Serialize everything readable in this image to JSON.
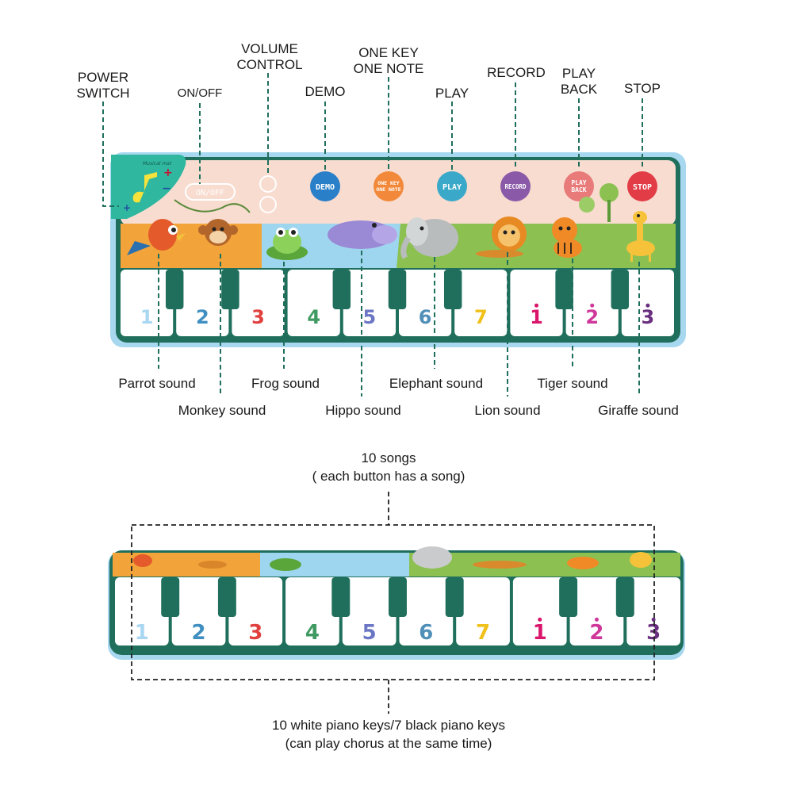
{
  "top_labels": {
    "power_switch": [
      "POWER",
      "SWITCH"
    ],
    "on_off": "ON/OFF",
    "volume_control": [
      "VOLUME",
      "CONTROL"
    ],
    "demo": "DEMO",
    "one_key_one_note": [
      "ONE KEY",
      "ONE NOTE"
    ],
    "play": "PLAY",
    "record": "RECORD",
    "play_back": [
      "PLAY",
      "BACK"
    ],
    "stop": "STOP"
  },
  "mat_buttons": {
    "on_off": "ON/OFF",
    "demo": "DEMO",
    "one_key": [
      "ONE KEY",
      "ONE NOTE"
    ],
    "play": "PLAY",
    "record": "RECORD",
    "play_back": [
      "PLAY",
      "BACK"
    ],
    "stop": "STOP",
    "brand": "Musical mat"
  },
  "key_numbers": [
    "1",
    "2",
    "3",
    "4",
    "5",
    "6",
    "7",
    "1",
    "2",
    "3"
  ],
  "key_colors": [
    "#a9d7f2",
    "#3f8fc1",
    "#e0413f",
    "#3f9a62",
    "#6b77c4",
    "#4f8fb8",
    "#f0c11a",
    "#d9166b",
    "#d0379a",
    "#6a2e7f"
  ],
  "animal_labels": {
    "parrot": "Parrot sound",
    "monkey": "Monkey sound",
    "frog": "Frog sound",
    "hippo": "Hippo sound",
    "elephant": "Elephant sound",
    "lion": "Lion sound",
    "tiger": "Tiger sound",
    "giraffe": "Giraffe sound"
  },
  "bottom": {
    "songs_title": "10 songs",
    "songs_note": "( each button has a song)",
    "keys_title": "10 white piano keys/7 black piano keys",
    "keys_note": "(can play chorus at the same time)"
  },
  "colors": {
    "mat_border": "#1f6f5c",
    "mat_outer": "#a8d8f0",
    "pink_panel": "#f8dcd0",
    "orange_strip": "#f2a43a",
    "blue_strip": "#9fd6ef",
    "green_strip": "#8cc152",
    "button_blue": "#2a7fc9",
    "button_orange": "#f2893a",
    "button_teal": "#3aa9c9",
    "button_purple": "#8a5aa8",
    "button_pink": "#e87a7a",
    "button_red": "#e23c46"
  }
}
